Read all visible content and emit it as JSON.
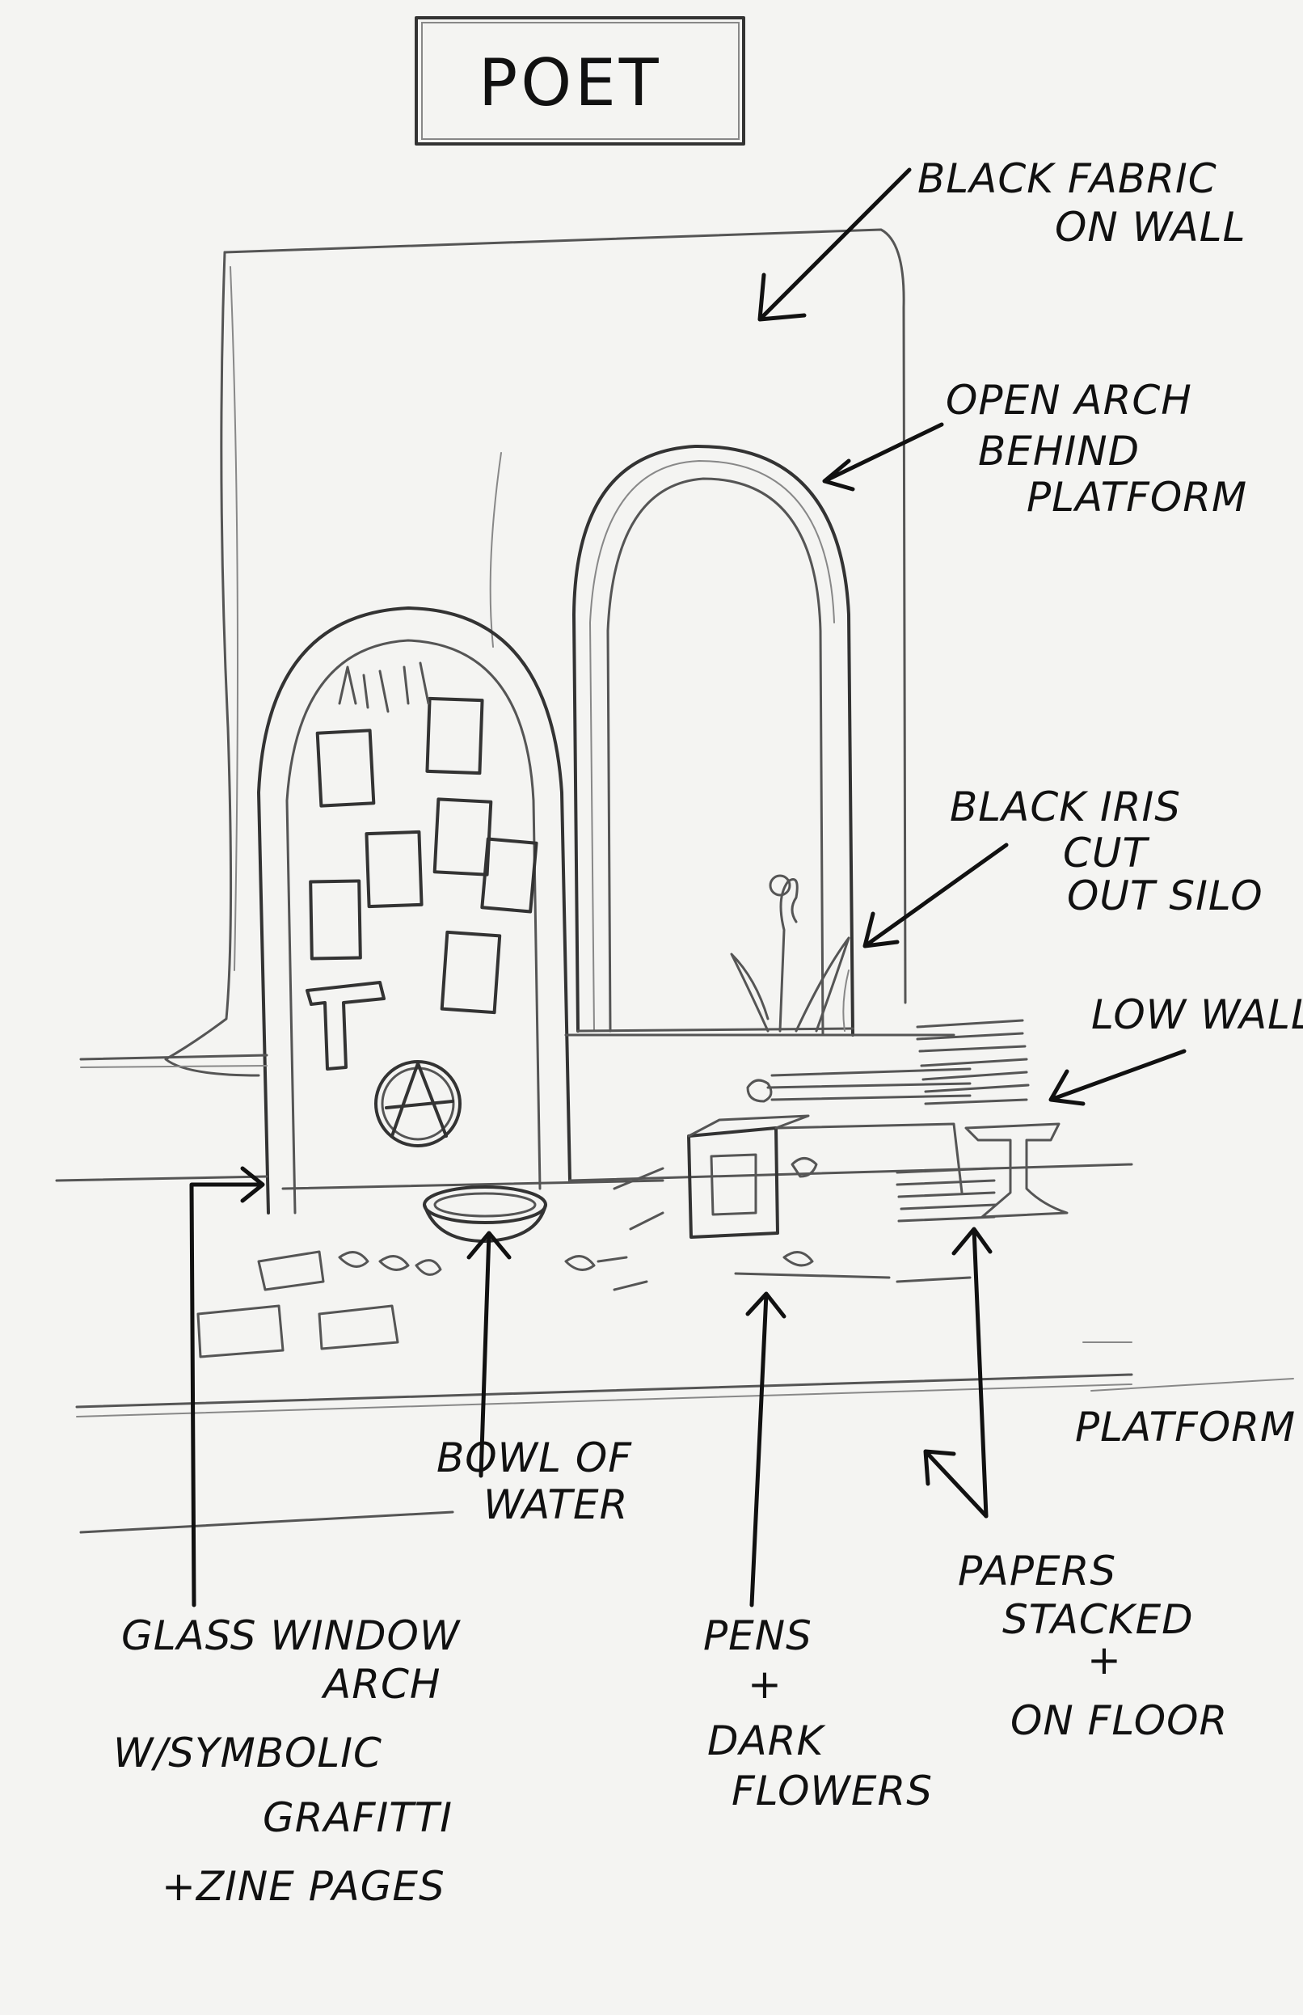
{
  "title": "POET",
  "labels": {
    "black_fabric_1": "BLACK FABRIC",
    "black_fabric_2": "ON WALL",
    "open_arch_1": "OPEN ARCH",
    "open_arch_2": "BEHIND",
    "open_arch_3": "PLATFORM",
    "black_iris_1": "BLACK IRIS",
    "black_iris_2": "CUT",
    "black_iris_3": "OUT SILO",
    "low_wall": "LOW WALL",
    "platform": "PLATFORM",
    "bowl_1": "BOWL OF",
    "bowl_2": "WATER",
    "glass_1": "GLASS WINDOW",
    "glass_2": "ARCH",
    "glass_3": "W/SYMBOLIC",
    "glass_4": "GRAFITTI",
    "glass_5": "+ZINE PAGES",
    "pens_1": "PENS",
    "pens_2": "+",
    "pens_3": "DARK",
    "pens_4": "FLOWERS",
    "papers_1": "PAPERS",
    "papers_2": "STACKED",
    "papers_3": "+",
    "papers_4": "ON FLOOR"
  }
}
